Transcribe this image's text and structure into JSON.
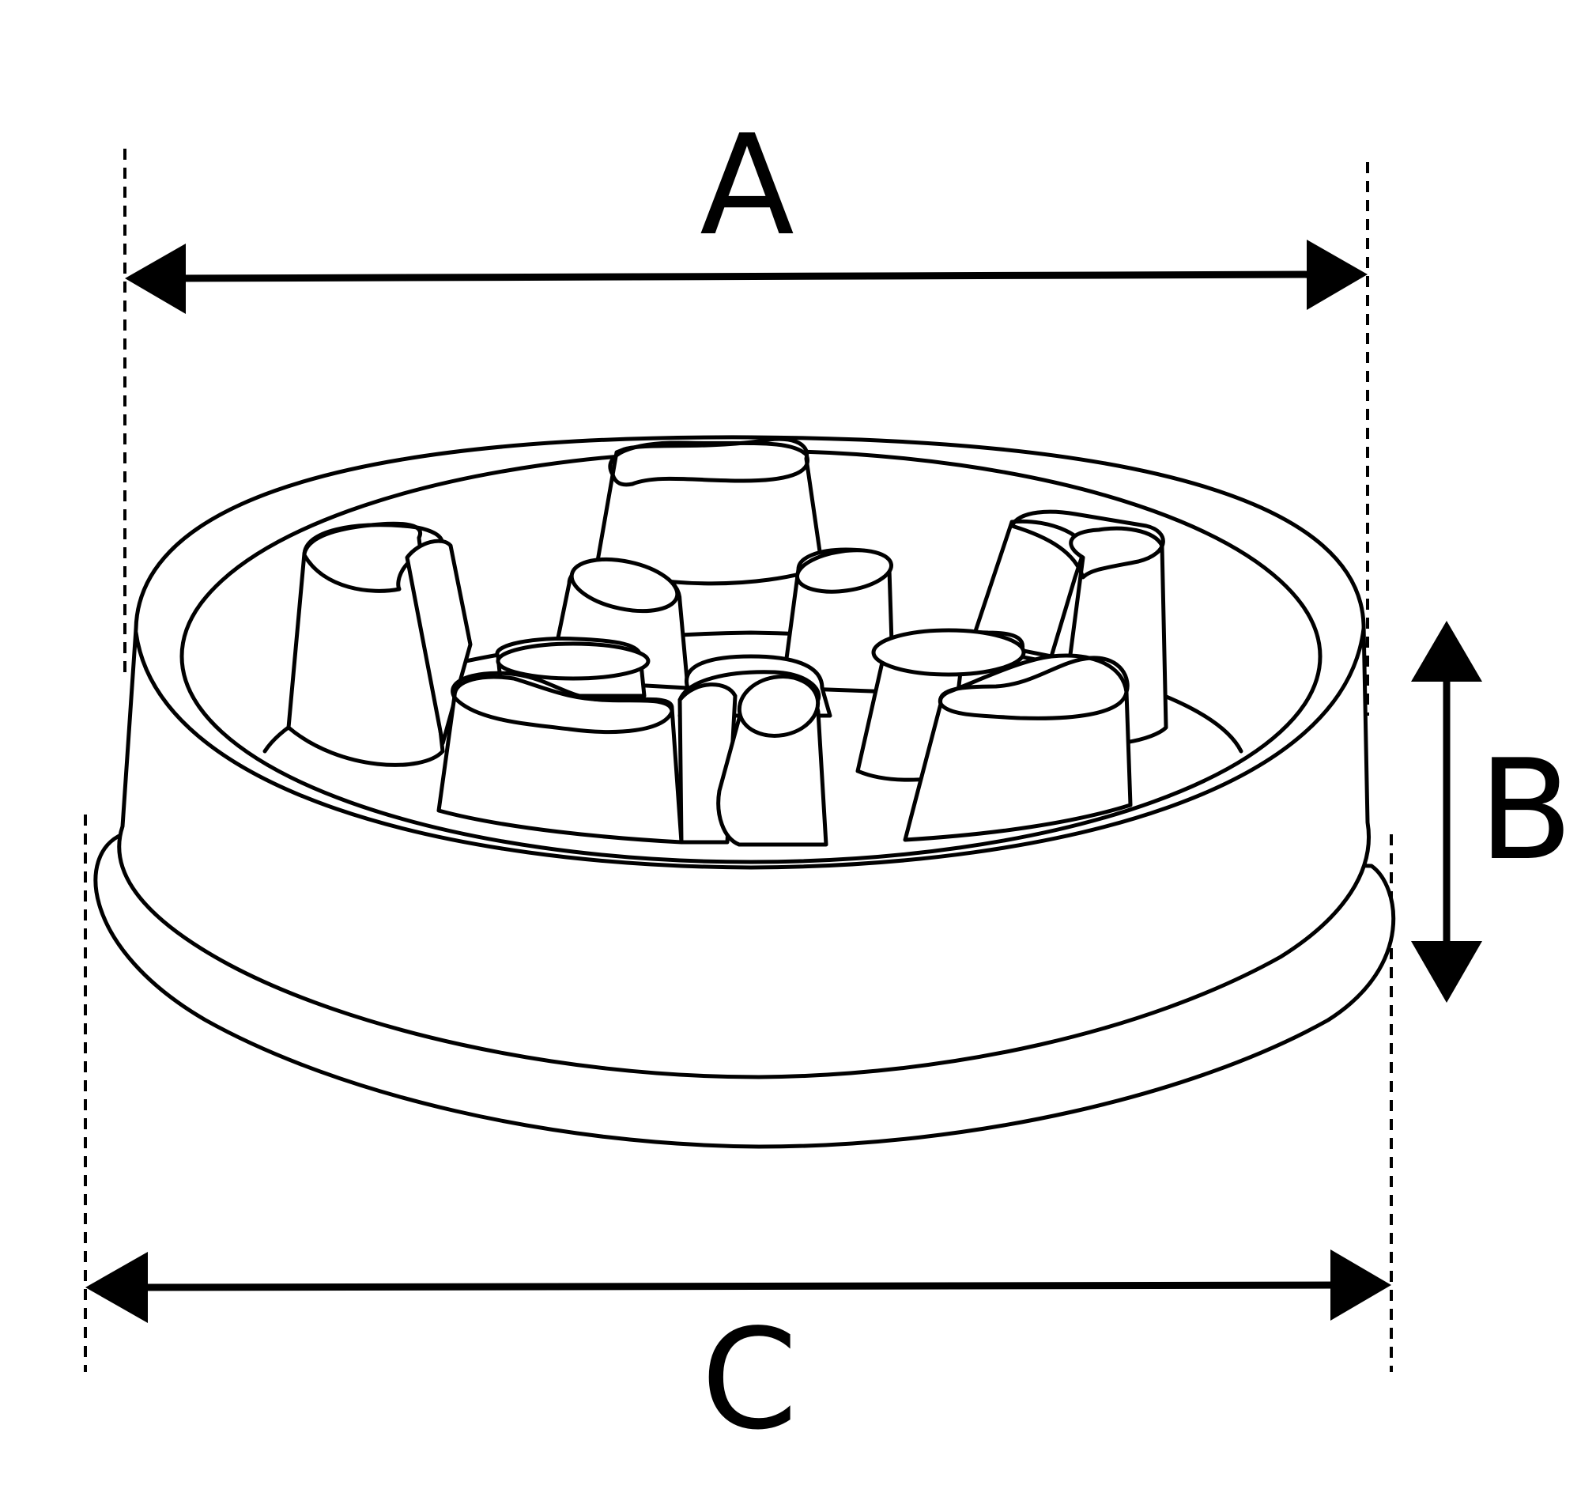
{
  "dimensions": {
    "a": {
      "label": "A"
    },
    "b": {
      "label": "B"
    },
    "c": {
      "label": "C"
    }
  },
  "colors": {
    "line": "#000000",
    "background": "#ffffff"
  }
}
